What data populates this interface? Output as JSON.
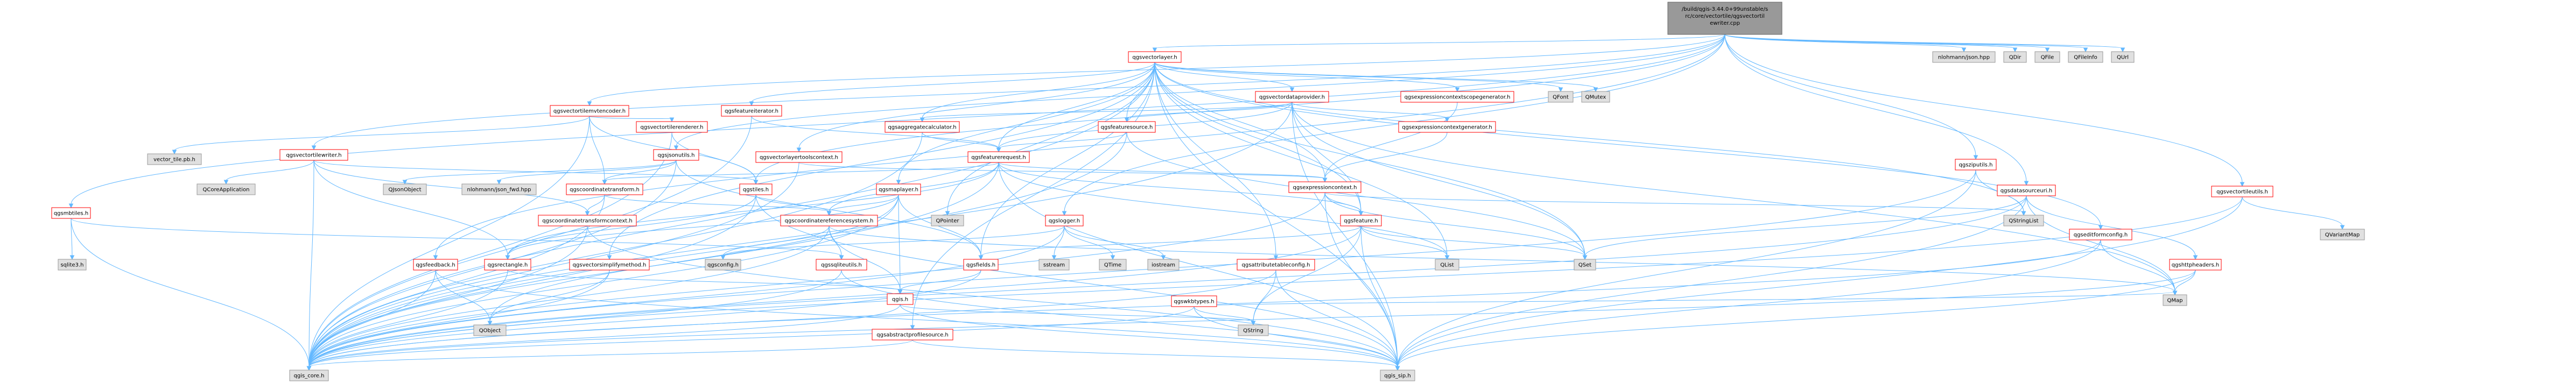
{
  "colors": {
    "root_fill": "#999999",
    "normal_fill": "#ffffff",
    "normal_stroke": "#ff0000",
    "external_fill": "#e0e0e0",
    "external_stroke": "#999999",
    "edge": "#63b8ff"
  },
  "nodes": [
    {
      "id": "root",
      "label": "/build/qgis-3.44.0+99unstable/src/core/vectortile/qgsvectortilewriter.cpp",
      "kind": "root"
    },
    {
      "id": "qgsvectorlayer",
      "label": "qgsvectorlayer.h",
      "kind": "normal"
    },
    {
      "id": "nlohmann_json",
      "label": "nlohmann/json.hpp",
      "kind": "external"
    },
    {
      "id": "QDir",
      "label": "QDir",
      "kind": "external"
    },
    {
      "id": "QFile",
      "label": "QFile",
      "kind": "external"
    },
    {
      "id": "QFileInfo",
      "label": "QFileInfo",
      "kind": "external"
    },
    {
      "id": "QUrl",
      "label": "QUrl",
      "kind": "external"
    },
    {
      "id": "qgsvectordataprovider",
      "label": "qgsvectordataprovider.h",
      "kind": "normal"
    },
    {
      "id": "qgsexpressioncontextscopegenerator",
      "label": "qgsexpressioncontextscopegenerator.h",
      "kind": "normal"
    },
    {
      "id": "QFont",
      "label": "QFont",
      "kind": "external"
    },
    {
      "id": "QMutex",
      "label": "QMutex",
      "kind": "external"
    },
    {
      "id": "qgsvectortilemvtencoder",
      "label": "qgsvectortilemvtencoder.h",
      "kind": "normal"
    },
    {
      "id": "qgsfeatureiterator",
      "label": "qgsfeatureiterator.h",
      "kind": "normal"
    },
    {
      "id": "qgsaggregatecalculator",
      "label": "qgsaggregatecalculator.h",
      "kind": "normal"
    },
    {
      "id": "qgsfeaturesource",
      "label": "qgsfeaturesource.h",
      "kind": "normal"
    },
    {
      "id": "qgsexpressioncontextgenerator",
      "label": "qgsexpressioncontextgenerator.h",
      "kind": "normal"
    },
    {
      "id": "qgsjsonutils",
      "label": "qgsjsonutils.h",
      "kind": "normal"
    },
    {
      "id": "qgsvectortilewriter_h",
      "label": "qgsvectortilewriter.h",
      "kind": "normal"
    },
    {
      "id": "qgsvectortilerenderer",
      "label": "qgsvectortilerenderer.h",
      "kind": "normal"
    },
    {
      "id": "qgsfeaturerequest",
      "label": "qgsfeaturerequest.h",
      "kind": "normal"
    },
    {
      "id": "qgsvectorlayertoolscontext",
      "label": "qgsvectorlayertoolscontext.h",
      "kind": "normal"
    },
    {
      "id": "qgsexpressioncontext",
      "label": "qgsexpressioncontext.h",
      "kind": "normal"
    },
    {
      "id": "qgszipitils",
      "label": "qgsziputils.h",
      "kind": "normal"
    },
    {
      "id": "vector_tile_pb",
      "label": "vector_tile.pb.h",
      "kind": "external"
    },
    {
      "id": "QCoreApplication",
      "label": "QCoreApplication",
      "kind": "external"
    },
    {
      "id": "QJsonObject",
      "label": "QJsonObject",
      "kind": "external"
    },
    {
      "id": "nlohmann_json_fwd",
      "label": "nlohmann/json_fwd.hpp",
      "kind": "external"
    },
    {
      "id": "qgscoordinatetransform",
      "label": "qgscoordinatetransform.h",
      "kind": "normal"
    },
    {
      "id": "qgstiles",
      "label": "qgstiles.h",
      "kind": "normal"
    },
    {
      "id": "qgsmaplayer",
      "label": "qgsmaplayer.h",
      "kind": "normal"
    },
    {
      "id": "qgsmbtiles",
      "label": "qgsmbtiles.h",
      "kind": "normal"
    },
    {
      "id": "qgscoordinatetransformcontext",
      "label": "qgscoordinatetransformcontext.h",
      "kind": "normal"
    },
    {
      "id": "qgscoordinatereferencesystem",
      "label": "qgscoordinatereferencesystem.h",
      "kind": "normal"
    },
    {
      "id": "QPointer",
      "label": "QPointer",
      "kind": "external"
    },
    {
      "id": "qgslogger",
      "label": "qgslogger.h",
      "kind": "normal"
    },
    {
      "id": "qgsfeature",
      "label": "qgsfeature.h",
      "kind": "normal"
    },
    {
      "id": "QStringList",
      "label": "QStringList",
      "kind": "external"
    },
    {
      "id": "qgsdatasourceuri",
      "label": "qgsdatasourceuri.h",
      "kind": "normal"
    },
    {
      "id": "qgsvectortileutils",
      "label": "qgsvectortileutils.h",
      "kind": "normal"
    },
    {
      "id": "sqlite3",
      "label": "sqlite3.h",
      "kind": "external"
    },
    {
      "id": "qgsfeedback",
      "label": "qgsfeedback.h",
      "kind": "normal"
    },
    {
      "id": "qgsrectangle",
      "label": "qgsrectangle.h",
      "kind": "normal"
    },
    {
      "id": "qgsvectorsimplifymethod",
      "label": "qgsvectorsimplifymethod.h",
      "kind": "normal"
    },
    {
      "id": "qgsconfig",
      "label": "qgsconfig.h",
      "kind": "external"
    },
    {
      "id": "qgssqliteutils",
      "label": "qgssqliteutils.h",
      "kind": "normal"
    },
    {
      "id": "qgsfields",
      "label": "qgsfields.h",
      "kind": "normal"
    },
    {
      "id": "sstream",
      "label": "sstream",
      "kind": "external"
    },
    {
      "id": "QTime",
      "label": "QTime",
      "kind": "external"
    },
    {
      "id": "iostream",
      "label": "iostream",
      "kind": "external"
    },
    {
      "id": "qgsattributetableconfig",
      "label": "qgsattributetableconfig.h",
      "kind": "normal"
    },
    {
      "id": "qgswkbtypes",
      "label": "qgswkbtypes.h",
      "kind": "normal"
    },
    {
      "id": "QList",
      "label": "QList",
      "kind": "external"
    },
    {
      "id": "QSet",
      "label": "QSet",
      "kind": "external"
    },
    {
      "id": "qgseditformconfig",
      "label": "qgseditformconfig.h",
      "kind": "normal"
    },
    {
      "id": "qgshttpheaders",
      "label": "qgshttpheaders.h",
      "kind": "normal"
    },
    {
      "id": "QVariantMap",
      "label": "QVariantMap",
      "kind": "external"
    },
    {
      "id": "QObject",
      "label": "QObject",
      "kind": "external"
    },
    {
      "id": "qgsabstractprofilesource",
      "label": "qgsabstractprofilesource.h",
      "kind": "normal"
    },
    {
      "id": "qgis_h",
      "label": "qgis.h",
      "kind": "normal"
    },
    {
      "id": "QString",
      "label": "QString",
      "kind": "external"
    },
    {
      "id": "QMap",
      "label": "QMap",
      "kind": "external"
    },
    {
      "id": "qgis_core",
      "label": "qgis_core.h",
      "kind": "external"
    },
    {
      "id": "qgis_sip",
      "label": "qgis_sip.h",
      "kind": "external"
    }
  ],
  "edges": [
    [
      "root",
      "qgsvectorlayer"
    ],
    [
      "root",
      "nlohmann_json"
    ],
    [
      "root",
      "QDir"
    ],
    [
      "root",
      "QFile"
    ],
    [
      "root",
      "QFileInfo"
    ],
    [
      "root",
      "QUrl"
    ],
    [
      "root",
      "qgsvectortilemvtencoder"
    ],
    [
      "root",
      "qgsvectortilewriter_h"
    ],
    [
      "root",
      "qgsjsonutils"
    ],
    [
      "root",
      "qgsmbtiles"
    ],
    [
      "root",
      "qgszipitils"
    ],
    [
      "root",
      "qgsdatasourceuri"
    ],
    [
      "root",
      "qgsvectortileutils"
    ],
    [
      "root",
      "qgsfeedback"
    ],
    [
      "root",
      "qgslogger"
    ],
    [
      "root",
      "qgstiles"
    ],
    [
      "qgsvectorlayer",
      "qgsvectordataprovider"
    ],
    [
      "qgsvectorlayer",
      "qgsexpressioncontextscopegenerator"
    ],
    [
      "qgsvectorlayer",
      "QFont"
    ],
    [
      "qgsvectorlayer",
      "QMutex"
    ],
    [
      "qgsvectorlayer",
      "qgsfeatureiterator"
    ],
    [
      "qgsvectorlayer",
      "qgsaggregatecalculator"
    ],
    [
      "qgsvectorlayer",
      "qgsfeaturesource"
    ],
    [
      "qgsvectorlayer",
      "qgsfeaturerequest"
    ],
    [
      "qgsvectorlayer",
      "qgsvectorlayertoolscontext"
    ],
    [
      "qgsvectorlayer",
      "qgsmaplayer"
    ],
    [
      "qgsvectorlayer",
      "qgsfeature"
    ],
    [
      "qgsvectorlayer",
      "qgsfields"
    ],
    [
      "qgsvectorlayer",
      "QStringList"
    ],
    [
      "qgsvectorlayer",
      "QList"
    ],
    [
      "qgsvectorlayer",
      "QSet"
    ],
    [
      "qgsvectorlayer",
      "qgseditformconfig"
    ],
    [
      "qgsvectorlayer",
      "qgsattributetableconfig"
    ],
    [
      "qgsvectorlayer",
      "qgsvectorsimplifymethod"
    ],
    [
      "qgsvectorlayer",
      "qgsabstractprofilesource"
    ],
    [
      "qgsvectorlayer",
      "qgis_core"
    ],
    [
      "qgsvectorlayer",
      "qgis_sip"
    ],
    [
      "qgsvectorlayer",
      "QPointer"
    ],
    [
      "qgsvectorlayer",
      "qgsexpressioncontext"
    ],
    [
      "qgsvectordataprovider",
      "qgsexpressioncontextgenerator"
    ],
    [
      "qgsvectordataprovider",
      "qgsfeaturesource"
    ],
    [
      "qgsvectordataprovider",
      "qgsaggregatecalculator"
    ],
    [
      "qgsvectordataprovider",
      "qgsfeature"
    ],
    [
      "qgsvectordataprovider",
      "qgsfeaturerequest"
    ],
    [
      "qgsvectordataprovider",
      "QSet"
    ],
    [
      "qgsvectordataprovider",
      "QMap"
    ],
    [
      "qgsvectordataprovider",
      "qgis_core"
    ],
    [
      "qgsvectordataprovider",
      "qgis_sip"
    ],
    [
      "qgsexpressioncontextscopegenerator",
      "qgsexpressioncontext"
    ],
    [
      "qgsexpressioncontextgenerator",
      "qgsexpressioncontext"
    ],
    [
      "qgsvectortilemvtencoder",
      "vector_tile_pb"
    ],
    [
      "qgsvectortilemvtencoder",
      "qgstiles"
    ],
    [
      "qgsvectortilemvtencoder",
      "qgsvectortilerenderer"
    ],
    [
      "qgsvectortilemvtencoder",
      "qgscoordinatetransform"
    ],
    [
      "qgsvectortilemvtencoder",
      "qgis_core"
    ],
    [
      "qgsfeatureiterator",
      "qgsfeaturerequest"
    ],
    [
      "qgsfeatureiterator",
      "qgis_core"
    ],
    [
      "qgsaggregatecalculator",
      "qgsfeaturerequest"
    ],
    [
      "qgsaggregatecalculator",
      "qgis_core"
    ],
    [
      "qgsfeaturesource",
      "qgsfeaturerequest"
    ],
    [
      "qgsfeaturesource",
      "QSet"
    ],
    [
      "qgsfeaturesource",
      "qgis_core"
    ],
    [
      "qgsjsonutils",
      "qgscoordinatetransform"
    ],
    [
      "qgsjsonutils",
      "QJsonObject"
    ],
    [
      "qgsjsonutils",
      "nlohmann_json_fwd"
    ],
    [
      "qgsjsonutils",
      "qgsfields"
    ],
    [
      "qgsjsonutils",
      "qgis_core"
    ],
    [
      "qgsvectortilewriter_h",
      "QCoreApplication"
    ],
    [
      "qgsvectortilewriter_h",
      "qgstiles"
    ],
    [
      "qgsvectortilewriter_h",
      "qgsrectangle"
    ],
    [
      "qgsvectortilewriter_h",
      "qgscoordinatetransformcontext"
    ],
    [
      "qgsvectortilewriter_h",
      "qgis_core"
    ],
    [
      "qgsvectortilerenderer",
      "qgstiles"
    ],
    [
      "qgsvectortilerenderer",
      "qgis_core"
    ],
    [
      "qgsfeaturerequest",
      "qgsexpressioncontext"
    ],
    [
      "qgsfeaturerequest",
      "qgsfeature"
    ],
    [
      "qgsfeaturerequest",
      "qgsrectangle"
    ],
    [
      "qgsfeaturerequest",
      "qgscoordinatereferencesystem"
    ],
    [
      "qgsfeaturerequest",
      "qgscoordinatetransform"
    ],
    [
      "qgsfeaturerequest",
      "qgssimplifymethod_placeholder"
    ],
    [
      "qgsfeaturerequest",
      "QList"
    ],
    [
      "qgsfeaturerequest",
      "qgis_core"
    ],
    [
      "qgsfeaturerequest",
      "qgis_sip"
    ],
    [
      "qgsvectorlayertoolscontext",
      "qgsexpressioncontext"
    ],
    [
      "qgsvectorlayertoolscontext",
      "qgis_core"
    ],
    [
      "qgsexpressioncontext",
      "qgsfeature"
    ],
    [
      "qgsexpressioncontext",
      "QStringList"
    ],
    [
      "qgsexpressioncontext",
      "QSet"
    ],
    [
      "qgsexpressioncontext",
      "qgis_core"
    ],
    [
      "qgsexpressioncontext",
      "qgis_sip"
    ],
    [
      "qgszipitils",
      "QStringList"
    ],
    [
      "qgszipitils",
      "qgis_core"
    ],
    [
      "qgszipitils",
      "qgis_sip"
    ],
    [
      "qgscoordinatetransform",
      "qgscoordinatereferencesystem"
    ],
    [
      "qgscoordinatetransform",
      "qgscoordinatetransformcontext"
    ],
    [
      "qgscoordinatetransform",
      "qgis_core"
    ],
    [
      "qgstiles",
      "qgsrectangle"
    ],
    [
      "qgstiles",
      "qgscoordinatereferencesystem"
    ],
    [
      "qgstiles",
      "qgis_core"
    ],
    [
      "qgstiles",
      "qgis_sip"
    ],
    [
      "qgsmaplayer",
      "qgscoordinatereferencesystem"
    ],
    [
      "qgsmaplayer",
      "qgsrectangle"
    ],
    [
      "qgsmaplayer",
      "qgsfields"
    ],
    [
      "qgsmaplayer",
      "QObject"
    ],
    [
      "qgsmaplayer",
      "qgis_h"
    ],
    [
      "qgsmaplayer",
      "qgis_core"
    ],
    [
      "qgsmbtiles",
      "sqlite3"
    ],
    [
      "qgsmbtiles",
      "qgis_core"
    ],
    [
      "qgsmbtiles",
      "qgssqliteutils"
    ],
    [
      "qgscoordinatetransformcontext",
      "qgis_core"
    ],
    [
      "qgscoordinatetransformcontext",
      "qgis_sip"
    ],
    [
      "qgscoordinatereferencesystem",
      "qgsconfig"
    ],
    [
      "qgscoordinatereferencesystem",
      "qgssqliteutils"
    ],
    [
      "qgscoordinatereferencesystem",
      "qgis_h"
    ],
    [
      "qgscoordinatereferencesystem",
      "qgis_core"
    ],
    [
      "qgscoordinatereferencesystem",
      "QMap"
    ],
    [
      "qgslogger",
      "sstream"
    ],
    [
      "qgslogger",
      "QTime"
    ],
    [
      "qgslogger",
      "iostream"
    ],
    [
      "qgslogger",
      "qgsconfig"
    ],
    [
      "qgslogger",
      "qgis_core"
    ],
    [
      "qgsfeature",
      "qgsfields"
    ],
    [
      "qgsfeature",
      "QString"
    ],
    [
      "qgsfeature",
      "QList"
    ],
    [
      "qgsfeature",
      "QSet"
    ],
    [
      "qgsfeature",
      "qgis_core"
    ],
    [
      "qgsfeature",
      "qgis_sip"
    ],
    [
      "qgsdatasourceuri",
      "qgshttpheaders"
    ],
    [
      "qgsdatasourceuri",
      "QMap"
    ],
    [
      "qgsdatasourceuri",
      "QSet"
    ],
    [
      "qgsdatasourceuri",
      "qgis_core"
    ],
    [
      "qgsdatasourceuri",
      "qgis_sip"
    ],
    [
      "qgsvectortileutils",
      "QVariantMap"
    ],
    [
      "qgsvectortileutils",
      "qgis_core"
    ],
    [
      "qgsvectortileutils",
      "qgis_sip"
    ],
    [
      "qgsfeedback",
      "QObject"
    ],
    [
      "qgsfeedback",
      "qgis_core"
    ],
    [
      "qgsfeedback",
      "qgis_sip"
    ],
    [
      "qgsrectangle",
      "qgis_h"
    ],
    [
      "qgsrectangle",
      "qgis_core"
    ],
    [
      "qgsvectorsimplifymethod",
      "QObject"
    ],
    [
      "qgsvectorsimplifymethod",
      "qgis_core"
    ],
    [
      "qgssqliteutils",
      "qgis_core"
    ],
    [
      "qgssqliteutils",
      "qgis_sip"
    ],
    [
      "qgsfields",
      "qgis_h"
    ],
    [
      "qgsfields",
      "qgis_core"
    ],
    [
      "qgsattributetableconfig",
      "QString"
    ],
    [
      "qgsattributetableconfig",
      "qgis_core"
    ],
    [
      "qgsattributetableconfig",
      "qgis_sip"
    ],
    [
      "qgswkbtypes",
      "QString"
    ],
    [
      "qgswkbtypes",
      "QMap"
    ],
    [
      "qgswkbtypes",
      "qgis_core"
    ],
    [
      "qgswkbtypes",
      "qgis_sip"
    ],
    [
      "qgseditformconfig",
      "QMap"
    ],
    [
      "qgseditformconfig",
      "qgis_core"
    ],
    [
      "qgseditformconfig",
      "qgis_sip"
    ],
    [
      "qgshttpheaders",
      "QMap"
    ],
    [
      "qgshttpheaders",
      "qgis_core"
    ],
    [
      "qgshttpheaders",
      "qgis_sip"
    ],
    [
      "qgsabstractprofilesource",
      "qgis_core"
    ],
    [
      "qgsabstractprofilesource",
      "qgis_sip"
    ],
    [
      "qgis_h",
      "qgis_core"
    ],
    [
      "qgis_h",
      "qgis_sip"
    ],
    [
      "qgis_h",
      "QString"
    ]
  ]
}
